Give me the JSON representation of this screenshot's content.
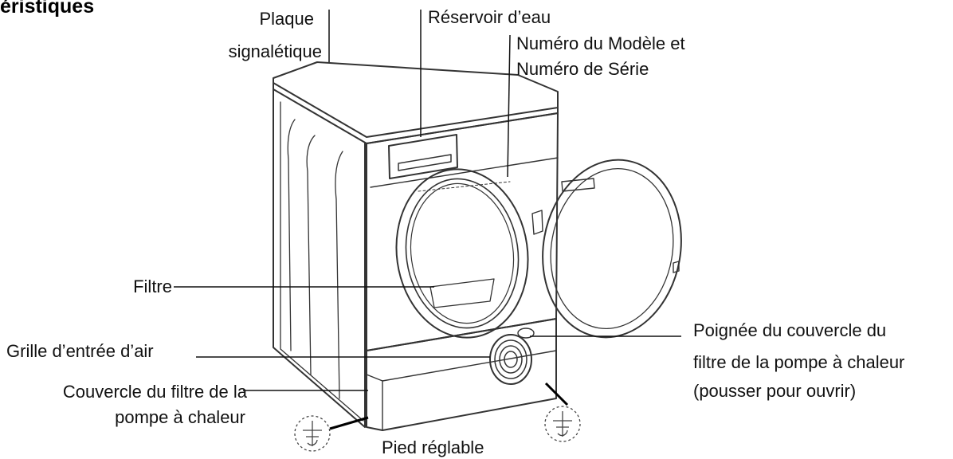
{
  "title_fragment": "éristiques",
  "labels": {
    "plaque_line1": "Plaque",
    "plaque_line2": "signalétique",
    "reservoir": "Réservoir d’eau",
    "modele_line1": "Numéro du Modèle et",
    "modele_line2": "Numéro de Série",
    "filtre": "Filtre",
    "grille": "Grille d’entrée d’air",
    "couvercle_line1": "Couvercle du filtre de la",
    "couvercle_line2": "pompe à chaleur",
    "poignee_line1": "Poignée du couvercle du",
    "poignee_line2": "filtre de la pompe à chaleur",
    "poignee_line3": "(pousser pour ouvrir)",
    "pied": "Pied réglable"
  },
  "colors": {
    "line": "#111111",
    "drawing": "#333333",
    "background": "#ffffff"
  }
}
